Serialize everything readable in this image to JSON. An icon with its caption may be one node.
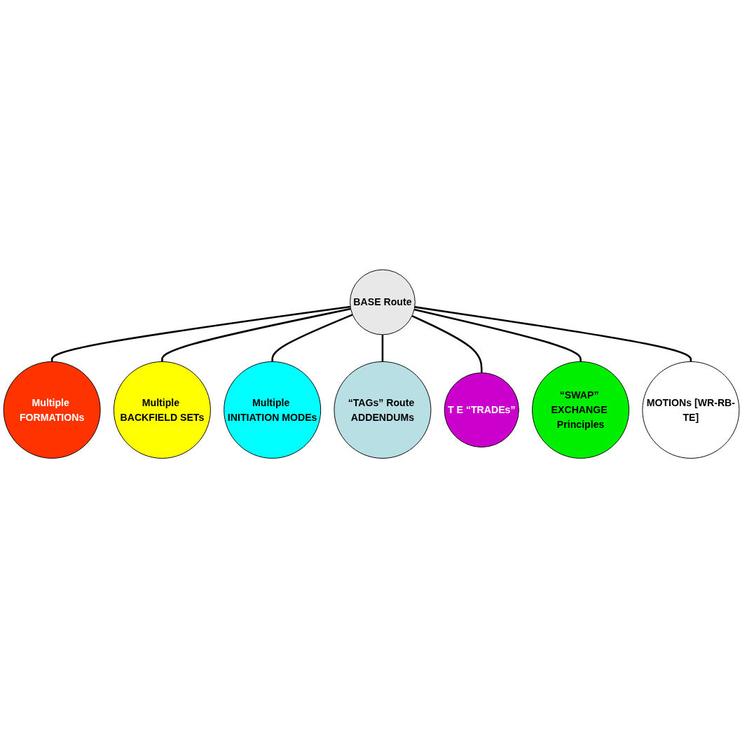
{
  "diagram": {
    "nodes": [
      {
        "text": [
          "BASE Route"
        ]
      },
      {
        "text": [
          "Multiple FORMATIONs"
        ]
      },
      {
        "text": [
          "Multiple BACKFIELD SETs"
        ]
      },
      {
        "text": [
          "Multiple INITIATION MODEs"
        ]
      },
      {
        "text": [
          "“TAGs” Route ADDENDUMs"
        ]
      },
      {
        "text": [
          "T E “TRADEs”"
        ]
      },
      {
        "text": [
          "“SWAP” EXCHANGE Principles"
        ]
      },
      {
        "text": [
          "MOTIONs [WR-RB-TE]"
        ]
      }
    ],
    "edges": [
      {
        "from": 0,
        "to": 1,
        "arrow": "none"
      },
      {
        "from": 0,
        "to": 2,
        "arrow": "none"
      },
      {
        "from": 0,
        "to": 3,
        "arrow": "none"
      },
      {
        "from": 0,
        "to": 4,
        "arrow": "none"
      },
      {
        "from": 0,
        "to": 5,
        "arrow": "none"
      },
      {
        "from": 0,
        "to": 6,
        "arrow": "none"
      },
      {
        "from": 0,
        "to": 7,
        "arrow": "none"
      }
    ]
  }
}
